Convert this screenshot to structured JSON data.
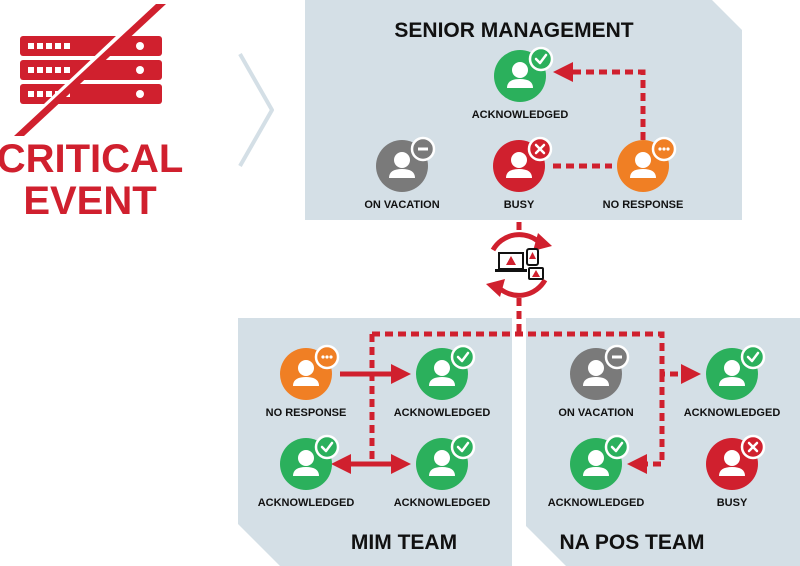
{
  "event": {
    "line1": "CRITICAL",
    "line2": "EVENT"
  },
  "panels": {
    "senior": "SENIOR MANAGEMENT",
    "mim": "MIM TEAM",
    "napos": "NA POS TEAM"
  },
  "nodes": [
    {
      "id": "sm-ack",
      "status": "acknowledged",
      "label": "ACKNOWLEDGED"
    },
    {
      "id": "sm-vacation",
      "status": "on-vacation",
      "label": "ON VACATION"
    },
    {
      "id": "sm-busy",
      "status": "busy",
      "label": "BUSY"
    },
    {
      "id": "sm-noresp",
      "status": "no-response",
      "label": "NO RESPONSE"
    },
    {
      "id": "mim-noresp",
      "status": "no-response",
      "label": "NO RESPONSE"
    },
    {
      "id": "mim-ack1",
      "status": "acknowledged",
      "label": "ACKNOWLEDGED"
    },
    {
      "id": "mim-ack2",
      "status": "acknowledged",
      "label": "ACKNOWLEDGED"
    },
    {
      "id": "mim-ack3",
      "status": "acknowledged",
      "label": "ACKNOWLEDGED"
    },
    {
      "id": "na-vacation",
      "status": "on-vacation",
      "label": "ON VACATION"
    },
    {
      "id": "na-ack1",
      "status": "acknowledged",
      "label": "ACKNOWLEDGED"
    },
    {
      "id": "na-ack2",
      "status": "acknowledged",
      "label": "ACKNOWLEDGED"
    },
    {
      "id": "na-busy",
      "status": "busy",
      "label": "BUSY"
    }
  ],
  "colors": {
    "acknowledged": "#2bb05c",
    "busy": "#d0202e",
    "no_response": "#f07f24",
    "on_vacation": "#7a7a7a",
    "panel": "#d4dfe6",
    "connector": "#d0202e"
  },
  "icons": [
    "server-rack-icon",
    "chevron-right-icon",
    "refresh-cycle-icon",
    "devices-alert-icon",
    "user-icon",
    "check-badge-icon",
    "x-badge-icon",
    "ellipsis-badge-icon",
    "minus-badge-icon"
  ]
}
